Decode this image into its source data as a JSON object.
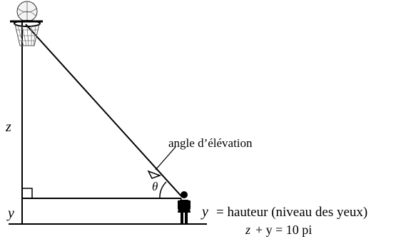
{
  "labels": {
    "z": "z",
    "y_left": "y",
    "theta": "θ",
    "angle": "angle d’élévation",
    "y_right": "y",
    "equals_hauteur": "= hauteur (niveau des yeux)",
    "equation_z": "z",
    "equation_rest": "+ y = 10 pi",
    "equation_y": "y",
    "equation_tail": "= 10 pi"
  },
  "icons": {
    "hoop": "basketball-hoop-icon",
    "person": "person-icon"
  }
}
